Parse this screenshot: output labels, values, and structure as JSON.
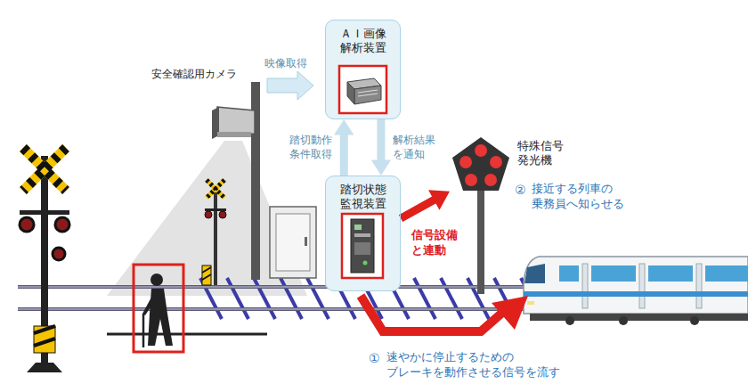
{
  "diagram": {
    "nodes": [
      {
        "text": [
          "ＡＩ画像 解析装置"
        ]
      },
      {
        "text": [
          "踏切状態 監視装置"
        ]
      },
      {
        "text": [
          "特殊信号 発光機"
        ]
      }
    ],
    "edges": [
      {
        "from": 1,
        "to": 0,
        "arrow": "to",
        "label": "踏切動作 条件取得"
      },
      {
        "from": 0,
        "to": 1,
        "arrow": "to",
        "label": "解析結果 を通知"
      },
      {
        "from": 1,
        "to": 2,
        "arrow": "to",
        "label": "信号設備 と連動"
      }
    ],
    "labels": [
      "安全確認用カメラ",
      "映像取得",
      "②",
      "接近する列車の 乗務員へ知らせる",
      "①",
      "速やかに停止するための ブレーキを動作させる信号を流す"
    ]
  }
}
